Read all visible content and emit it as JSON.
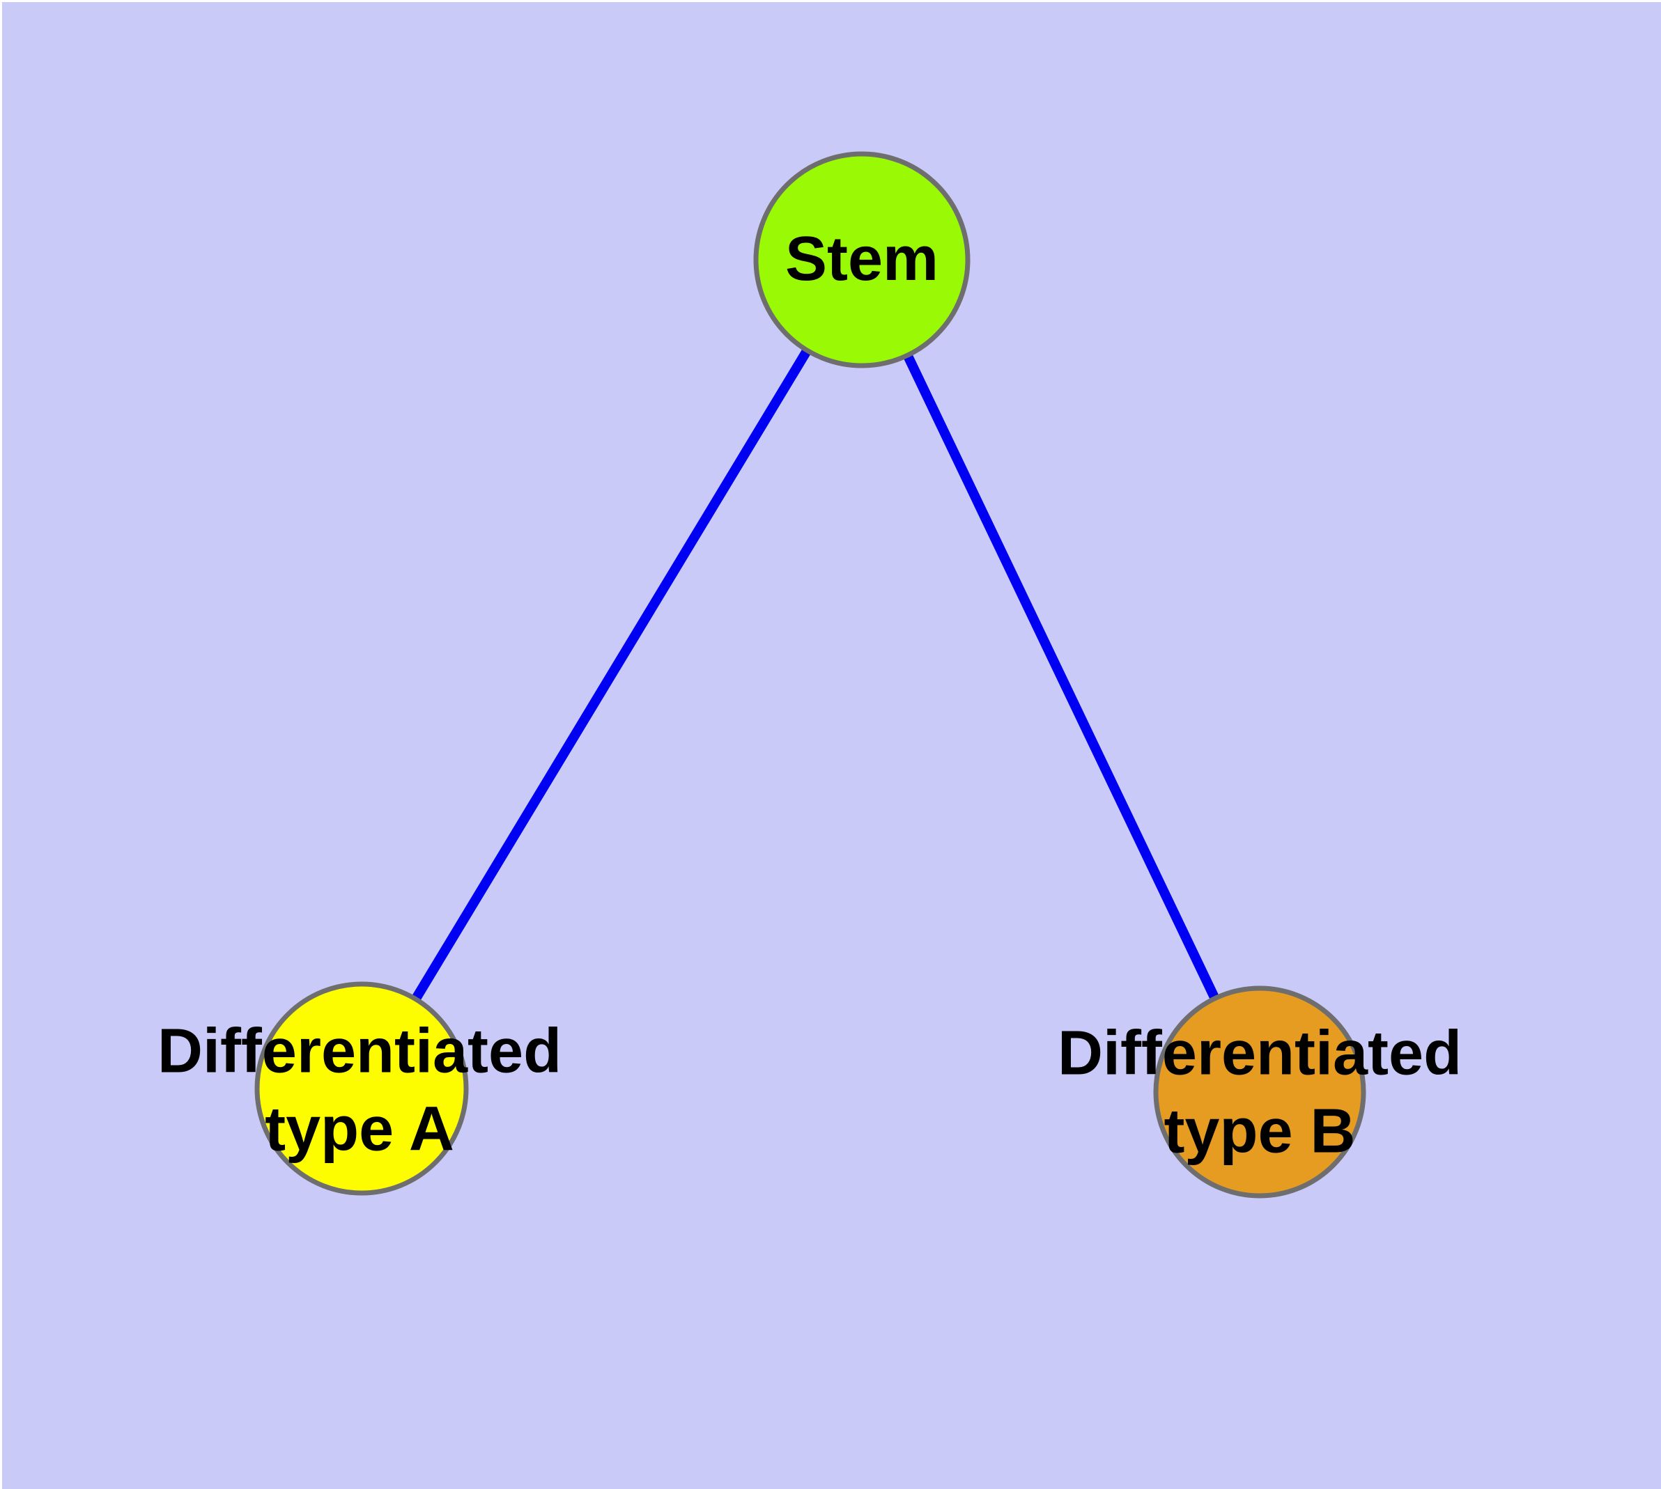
{
  "diagram": {
    "type": "node-link-graph",
    "background_color": "#CACAF8",
    "edge_color": "#0000F2",
    "node_border_color": "#6E6E6E",
    "label_color": "#000000",
    "nodes": [
      {
        "id": "stem",
        "label": "Stem",
        "color": "#9AFA05"
      },
      {
        "id": "diff-a",
        "label": "Differentiated\ntype A",
        "color": "#FDFD00"
      },
      {
        "id": "diff-b",
        "label": "Differentiated\ntype B",
        "color": "#E69C20"
      }
    ],
    "edges": [
      {
        "from": "stem",
        "to": "diff-a"
      },
      {
        "from": "stem",
        "to": "diff-b"
      }
    ]
  }
}
